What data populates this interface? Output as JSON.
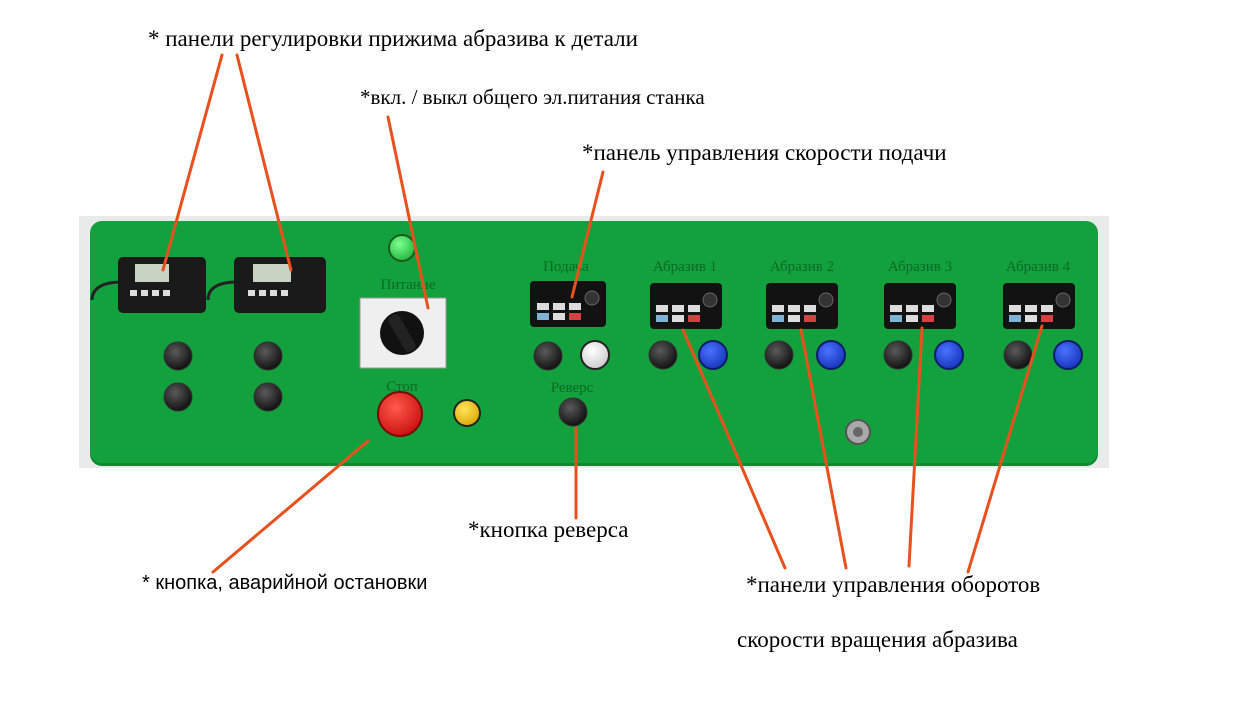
{
  "callouts": {
    "pressure_panels": "* панели регулировки прижима абразива к детали",
    "power_switch": "*вкл. / выкл общего эл.питания станка",
    "feed_speed_panel": "*панель управления скорости подачи",
    "reverse_button": "*кнопка реверса",
    "emergency_stop": "* кнопка,  аварийной остановки",
    "speed_panels_line1": "*панели управления оборотов",
    "speed_panels_line2": "скорости вращения абразива"
  },
  "panel_labels": {
    "feed": "Подача",
    "abrasive_1": "Абразив 1",
    "abrasive_2": "Абразив 2",
    "abrasive_3": "Абразив 3",
    "abrasive_4": "Абразив 4",
    "power": "Питание",
    "stop": "Стоп",
    "reverse": "Реверс"
  },
  "colors": {
    "panel_green": "#12a13c",
    "leader_orange": "#e8501e",
    "stop_red": "#e01818",
    "indicator_yellow": "#f2c20a",
    "indicator_blue": "#1a3fd6",
    "power_lamp_green": "#2fd24a"
  }
}
